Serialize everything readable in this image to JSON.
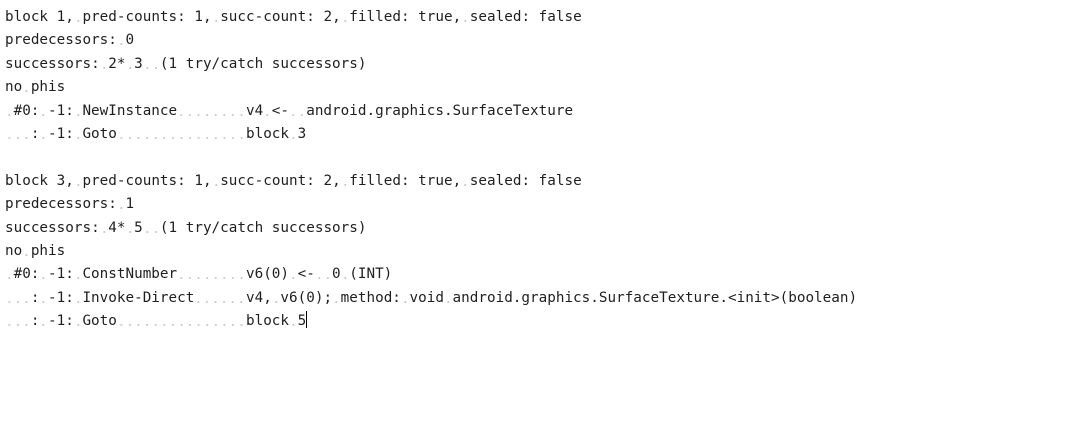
{
  "editor": {
    "blocks": [
      {
        "header": [
          "block 1,",
          "pred-counts: 1,",
          "succ-count: 2,",
          "filled: true,",
          "sealed: false"
        ],
        "predecessors": [
          "predecessors:",
          "0"
        ],
        "successors": [
          "successors:",
          "2*",
          "3",
          "(1 try/catch successors)"
        ],
        "phis": [
          "no",
          "phis"
        ],
        "instructions": [
          {
            "index": "#0:",
            "pos": "-1:",
            "op": "NewInstance",
            "args": [
              "v4",
              "<-",
              "android.graphics.SurfaceTexture"
            ]
          },
          {
            "index": ":",
            "pos": "-1:",
            "op": "Goto",
            "args": [
              "block",
              "3"
            ]
          }
        ]
      },
      {
        "header": [
          "block 3,",
          "pred-counts: 1,",
          "succ-count: 2,",
          "filled: true,",
          "sealed: false"
        ],
        "predecessors": [
          "predecessors:",
          "1"
        ],
        "successors": [
          "successors:",
          "4*",
          "5",
          "(1 try/catch successors)"
        ],
        "phis": [
          "no",
          "phis"
        ],
        "instructions": [
          {
            "index": "#0:",
            "pos": "-1:",
            "op": "ConstNumber",
            "args": [
              "v6(0)",
              "<-",
              "0",
              "(INT)"
            ]
          },
          {
            "index": ":",
            "pos": "-1:",
            "op": "Invoke-Direct",
            "args": [
              "v4,",
              "v6(0);",
              "method:",
              "void",
              "android.graphics.SurfaceTexture.<init>(boolean)"
            ]
          },
          {
            "index": ":",
            "pos": "-1:",
            "op": "Goto",
            "args": [
              "block",
              "5"
            ]
          }
        ]
      }
    ]
  }
}
